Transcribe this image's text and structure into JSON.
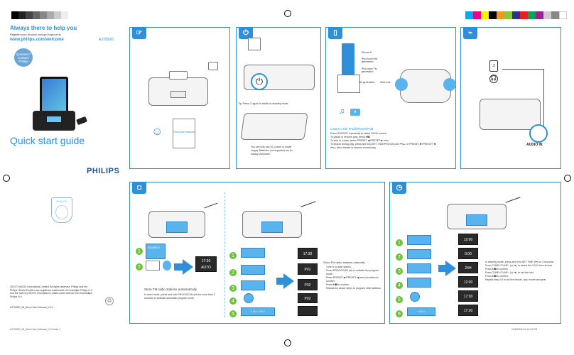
{
  "left": {
    "headline": "Always there to help you",
    "register_text": "Register your product and get support at",
    "url": "www.philips.com/welcome",
    "model": "AJ7050D",
    "bubble_line1": "Question?",
    "bubble_line2": "Contact",
    "bubble_line3": "Philips",
    "title": "Quick start guide",
    "brand": "PHILIPS",
    "shield_text": "PHILIPS",
    "legal": "2013 © WOOX Innovations Limited. All rights reserved. Philips and the Philips' Shield Emblem are registered trademarks of Koninklijke Philips N.V. and are used by WOOX Innovations Limited under license from Koninklijke Philips N.V.",
    "doc_id": "AJ7050D_05_Short User Manual_V2.0",
    "footer_file": "AJ7050D_05_Short User Manual_V2.0.indd 1",
    "footer_date": "11/29/2013 5:14:43 PM"
  },
  "panel_setup": {
    "tab_icon": "hand-icon",
    "manual_label": "Short User Manual"
  },
  "panel_power": {
    "tab_icon": "power-icon",
    "tip": "Tip: Press ⏻ again to switch to standby mode.",
    "adapter_note": "You can only use DC power or power supply. Batteries (not supplied) are for backup purposes."
  },
  "panel_ipod": {
    "tab_icon": "phone-icon",
    "label_iphone5": "iPhone 5",
    "label_ipod_touch": "iPod touch 5th generation",
    "label_ipod_nano": "iPod nano 7th generation",
    "label_ipad_4th": "4th generation",
    "label_ipad_mini": "iPad mini",
    "heading": "Listen to the iPod/iPhone/iPad",
    "steps": [
      "Press SOURCE repeatedly to select DOCK source.",
      "To pause or resume play, press ⏵/❚❚.",
      "To skip to a track, press PRESET ◀/PRESET ▶ ⏮/⏭.",
      "To search during play, press and hold SET TIME/PROG/SCAN ⏮/⏭, or PRESET ▶/PRESET ◀ ⏮/⏭, then release to resume normal play."
    ]
  },
  "panel_audioin": {
    "tab_icon": "cable-icon",
    "audio_in_label": "AUDIO IN"
  },
  "panel_radio": {
    "tab_icon": "radio-icon",
    "source_label": "SOURCE",
    "lcd_a1": "17:30",
    "lcd_a2": "AUTO",
    "auto_heading": "Store FM radio stations automatically",
    "auto_text": "In tuner mode, press and hold PROG/SCAN (⏮) for more than 2 seconds to activate automatic program mode.",
    "manual_heading": "Store FM radio stations manually",
    "manual_steps": [
      "Tune to a radio station.",
      "Press PROG/SCAN (⏮) to activate the program mode.",
      "Press PRESET ▶/PRESET ◀ (⏮/⏭) to select a number.",
      "Press ⏵/❚❚ to confirm.",
      "Repeat the above steps to program other stations."
    ],
    "lcds": [
      "17:30",
      "P01",
      "P02",
      "P02",
      ""
    ],
    "button_label": "+ CH − CH ○"
  },
  "panel_clock": {
    "tab_icon": "clock-icon",
    "lcds": [
      "12:00",
      "0:00",
      "24H",
      "12:00",
      "17:30",
      "17:30"
    ],
    "steps": [
      "In standby mode, press and hold SET TIME (⏮) for 2 seconds.",
      "Press TUNE+/TUNE− (▲/▼) to select the 12/24 hour format.",
      "Press ⏵/❚❚ to confirm.",
      "Press TUNE+/TUNE− (▲/▼) to set the hour.",
      "Press ⏵/❚❚ to confirm.",
      "Repeat step 4-5 to set the minute, day, month and year."
    ],
    "button_label": "+ CH ○"
  },
  "colors": {
    "accent": "#2f8fd8",
    "title": "#2f8fd8",
    "green": "#6fbf3f"
  }
}
